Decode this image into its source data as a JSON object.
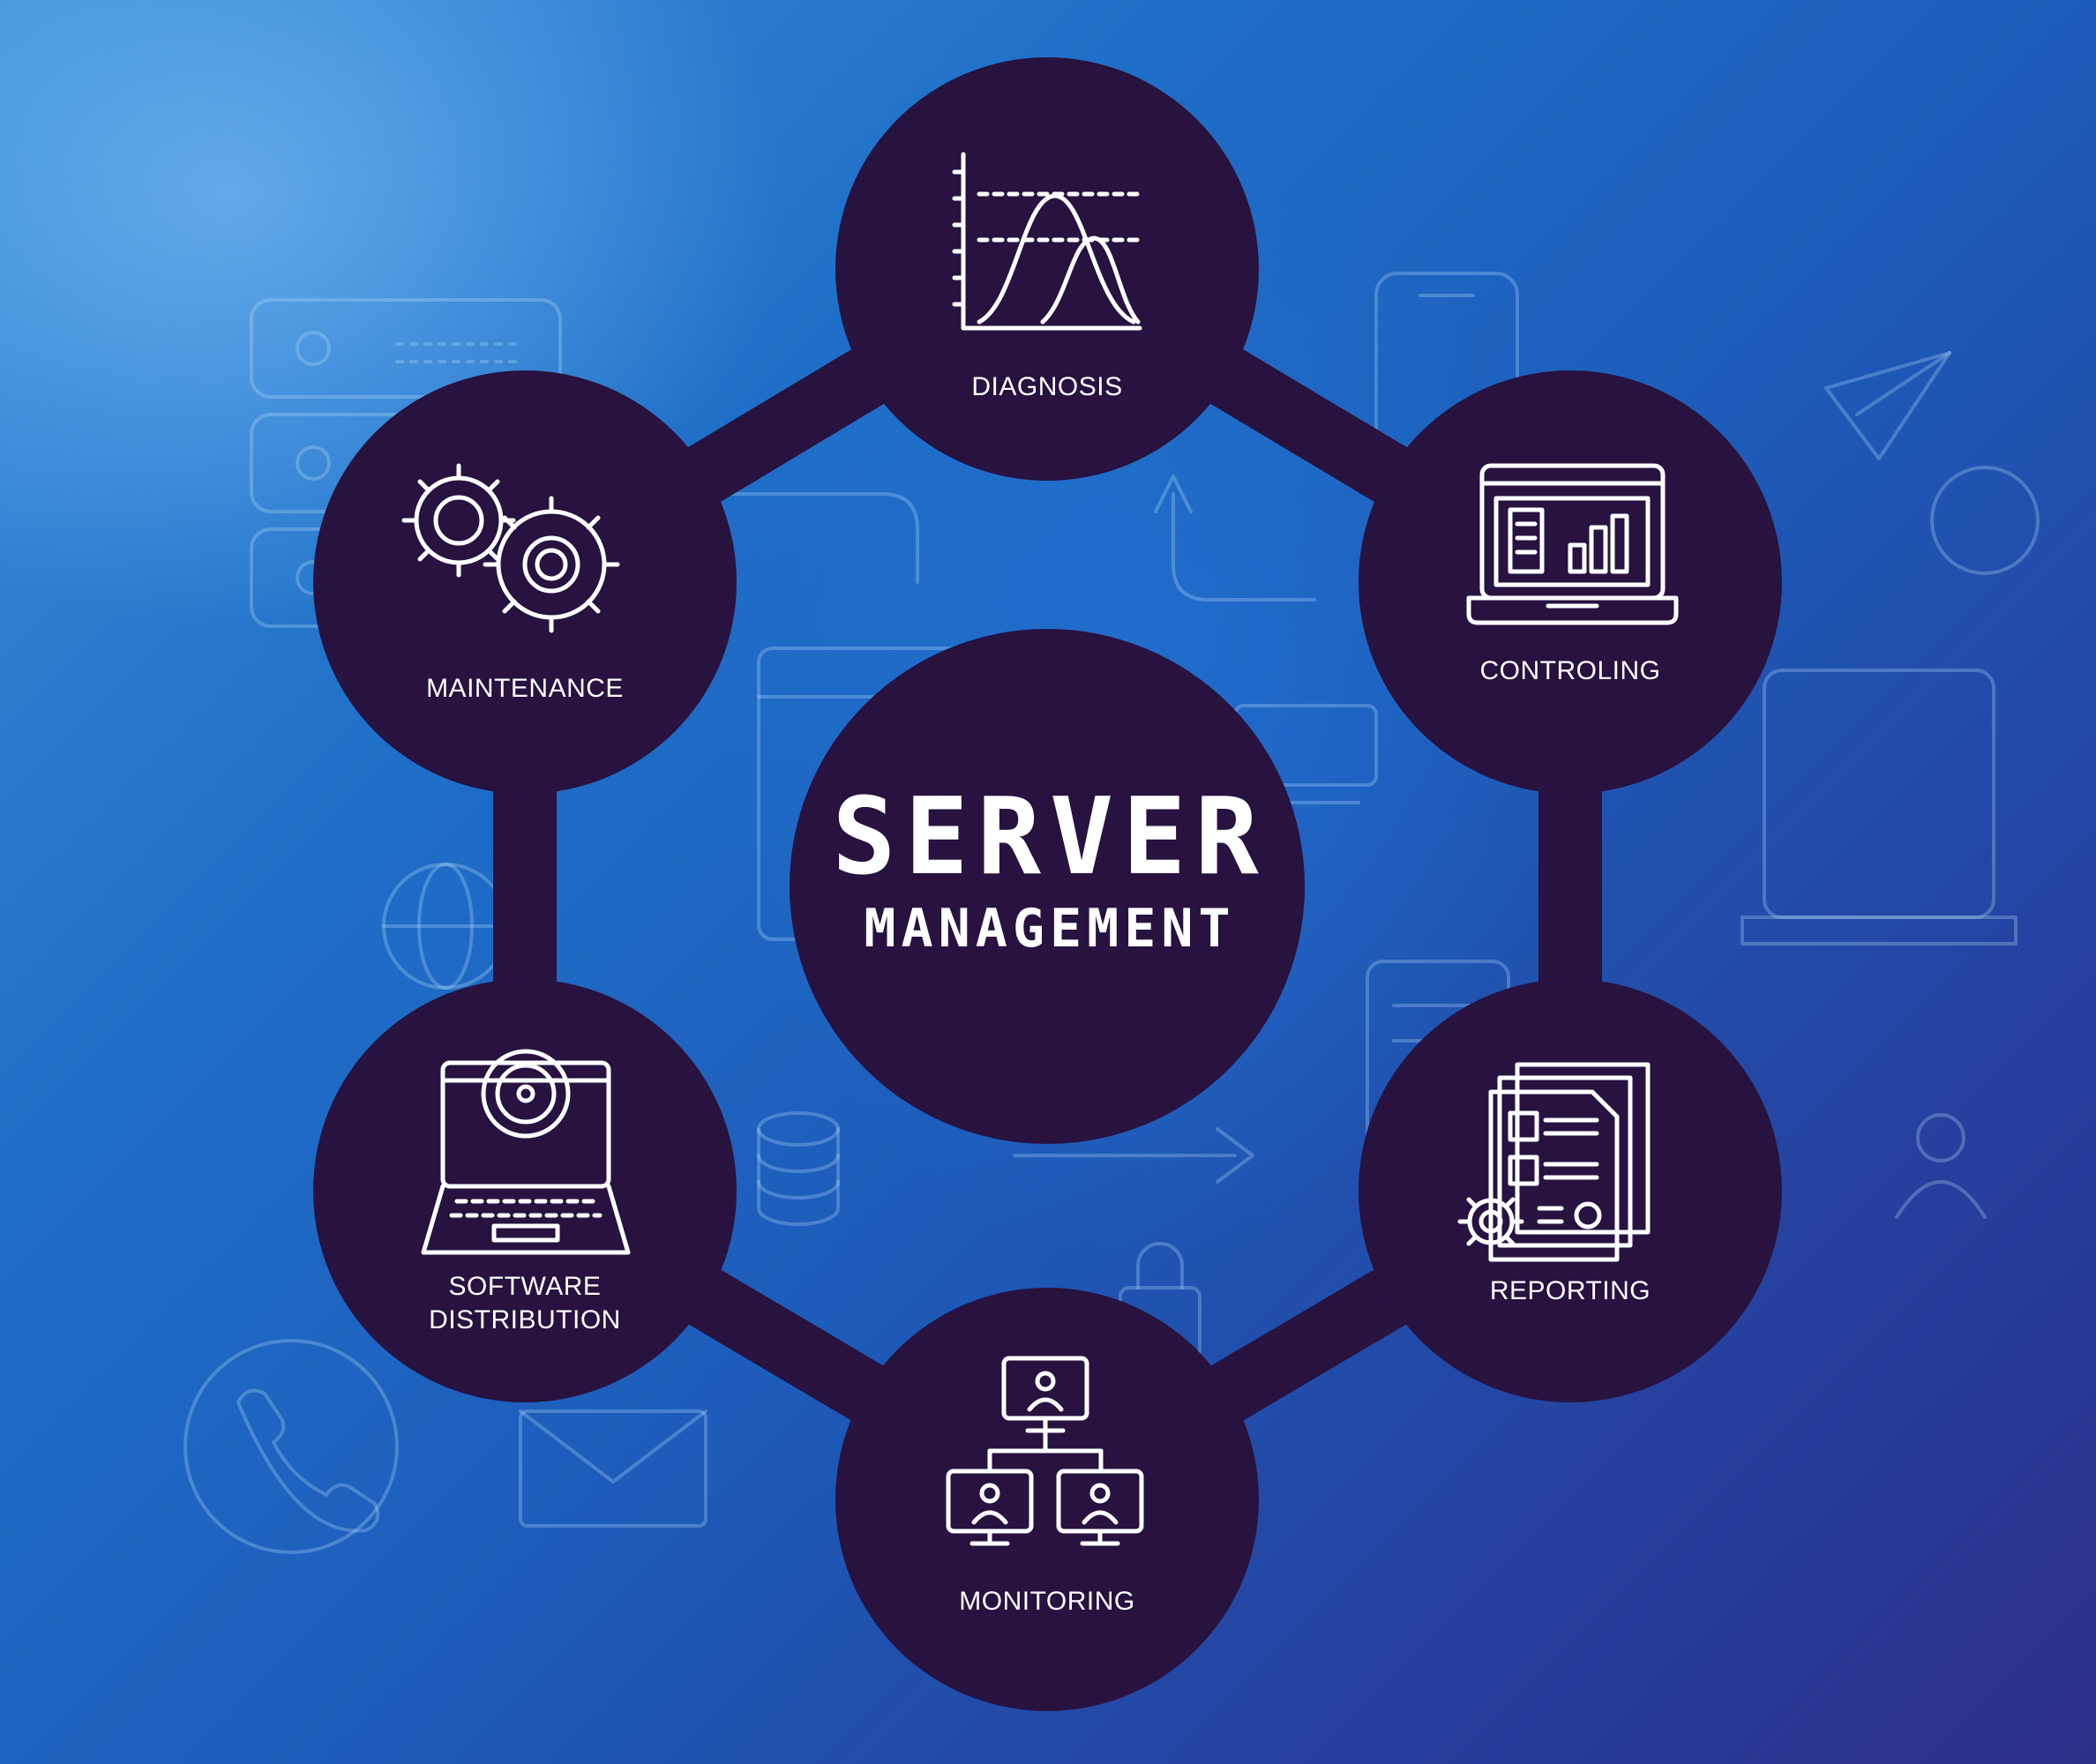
{
  "diagram": {
    "title": "SERVER",
    "subtitle": "MANAGEMENT",
    "colors": {
      "node_fill": "#271240",
      "connector": "#271240",
      "icon_stroke": "#ffffff",
      "text": "#ffffff",
      "background_start": "#3a8fd8",
      "background_end": "#2c2f8a"
    },
    "nodes": [
      {
        "id": "diagnosis",
        "label": "DIAGNOSIS",
        "icon": "bell-curve-chart-icon"
      },
      {
        "id": "controling",
        "label": "CONTROLING",
        "icon": "laptop-dashboard-icon"
      },
      {
        "id": "reporting",
        "label": "REPORTING",
        "icon": "report-documents-gear-icon"
      },
      {
        "id": "monitoring",
        "label": "MONITORING",
        "icon": "network-monitors-icon"
      },
      {
        "id": "software_distribution",
        "label": "SOFTWARE\nDISTRIBUTION",
        "icon": "laptop-disc-icon"
      },
      {
        "id": "maintenance",
        "label": "MAINTENANCE",
        "icon": "gears-icon"
      }
    ]
  }
}
